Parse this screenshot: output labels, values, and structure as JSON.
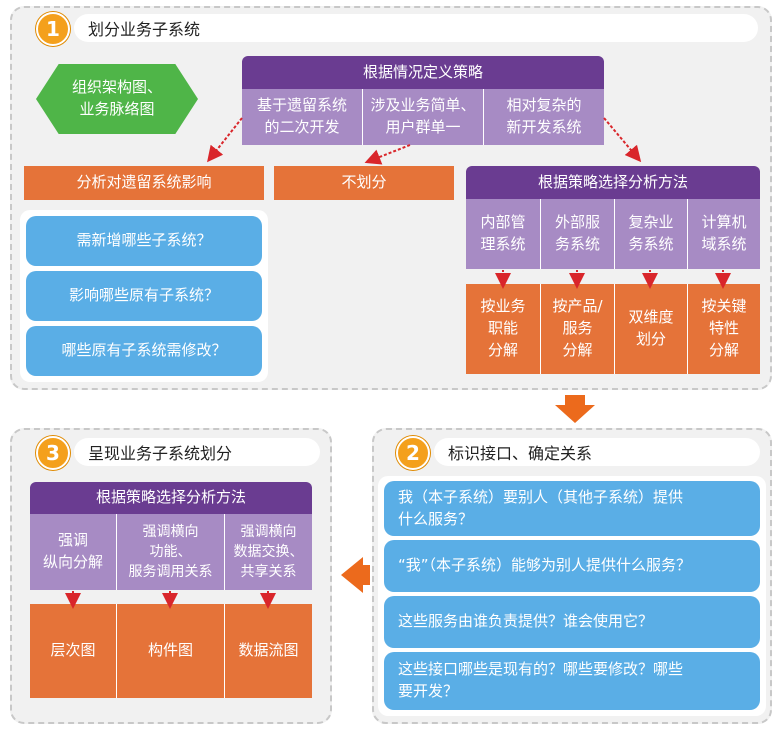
{
  "step1": {
    "number": "1",
    "title": "划分业务子系统",
    "hexagon_text": "组织架构图、\n业务脉络图",
    "strategy_header": "根据情况定义策略",
    "strategy_options": [
      "基于遗留系统\n的二次开发",
      "涉及业务简单、\n用户群单一",
      "相对复杂的\n新开发系统"
    ],
    "left_result": "分析对遗留系统影响",
    "middle_result": "不划分",
    "questions": [
      "需新增哪些子系统？",
      "影响哪些原有子系统？",
      "哪些原有子系统需修改？"
    ],
    "method_header": "根据策略选择分析方法",
    "system_types": [
      "内部管\n理系统",
      "外部服\n务系统",
      "复杂业\n务系统",
      "计算机\n域系统"
    ],
    "decompositions": [
      "按业务\n职能\n分解",
      "按产品/\n服务\n分解",
      "双维度\n划分",
      "按关键\n特性\n分解"
    ]
  },
  "step2": {
    "number": "2",
    "title": "标识接口、确定关系",
    "questions": [
      "我（本子系统）要别人（其他子系统）提供\n什么服务？",
      "“我”（本子系统）能够为别人提供什么服务？",
      "这些服务由谁负责提供？谁会使用它？",
      "这些接口哪些是现有的？哪些要修改？哪些\n要开发？"
    ]
  },
  "step3": {
    "number": "3",
    "title": "呈现业务子系统划分",
    "method_header": "根据策略选择分析方法",
    "emphasis": [
      "强调\n纵向分解",
      "强调横向\n功能、\n服务调用关系",
      "强调横向\n数据交换、\n共享关系"
    ],
    "diagrams": [
      "层次图",
      "构件图",
      "数据流图"
    ]
  },
  "colors": {
    "purple_dark": "#6a3c91",
    "purple_light": "#a78bc4",
    "orange": "#e57339",
    "blue": "#5aaee6",
    "green": "#4fb548",
    "number_badge": "#f4a01c",
    "arrow_red": "#d9262b",
    "flow_arrow": "#ec6a1c"
  }
}
